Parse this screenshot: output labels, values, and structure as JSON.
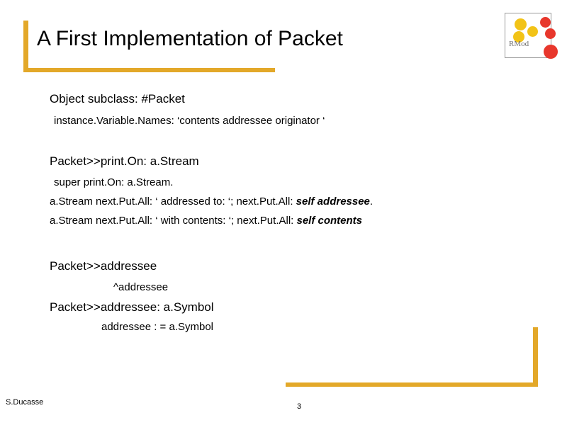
{
  "slide": {
    "title": "A First Implementation of Packet",
    "logo": {
      "label": "RMod",
      "dot_yellow": "#f2c317",
      "dot_red": "#e8372c"
    },
    "accent_color": "#e3a829",
    "body": {
      "object_subclass": "Object subclass: #Packet",
      "instance_variables": "instance.Variable.Names: ‘contents addressee originator ‘",
      "print_on_header": "Packet>>print.On: a.Stream",
      "super_print_on": "super print.On: a.Stream.",
      "next_put_all_1_pre": "a.Stream next.Put.All: ‘ addressed to: ‘; next.Put.All: ",
      "next_put_all_1_em": "self addressee",
      "next_put_all_1_post": ".",
      "next_put_all_2_pre": "a.Stream next.Put.All: ‘ with contents: ‘; next.Put.All: ",
      "next_put_all_2_em": "self contents",
      "addressee_header": "Packet>>addressee",
      "addressee_body": "^addressee",
      "addressee_setter_header": "Packet>>addressee: a.Symbol",
      "addressee_setter_body": "addressee : = a.Symbol"
    },
    "footer": {
      "author": "S.Ducasse",
      "page_number": "3"
    }
  }
}
